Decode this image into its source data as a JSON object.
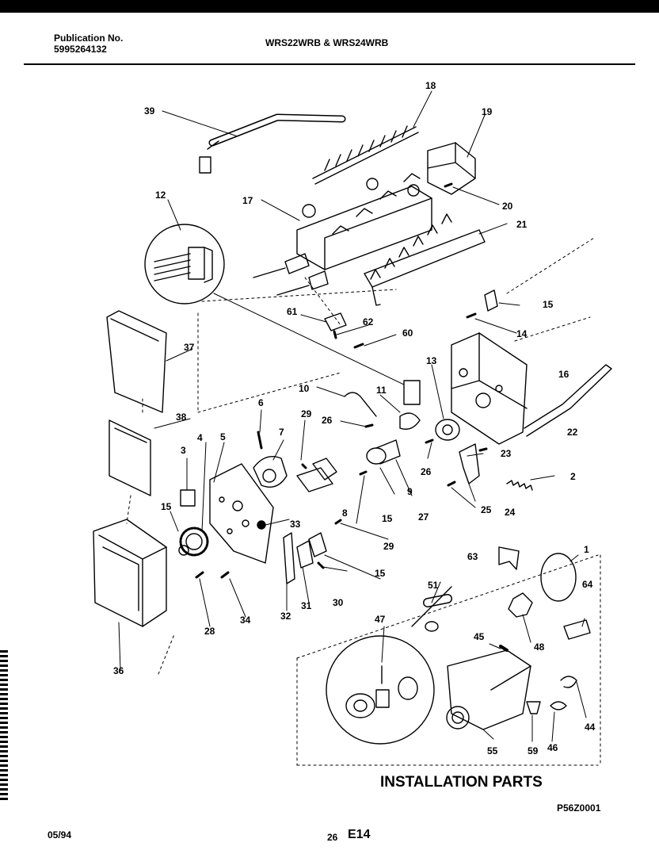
{
  "header": {
    "publication_label": "Publication No.",
    "publication_number": "5995264132",
    "models": "WRS22WRB & WRS24WRB"
  },
  "callouts": {
    "c1": "1",
    "c2": "2",
    "c3": "3",
    "c4": "4",
    "c5": "5",
    "c6": "6",
    "c7": "7",
    "c8": "8",
    "c9": "9",
    "c10": "10",
    "c11": "11",
    "c12": "12",
    "c13": "13",
    "c14": "14",
    "c15a": "15",
    "c15b": "15",
    "c15c": "15",
    "c15d": "15",
    "c16": "16",
    "c17": "17",
    "c18": "18",
    "c19": "19",
    "c20": "20",
    "c21": "21",
    "c22": "22",
    "c23": "23",
    "c24": "24",
    "c25": "25",
    "c26a": "26",
    "c26b": "26",
    "c27": "27",
    "c28": "28",
    "c29a": "29",
    "c29b": "29",
    "c30": "30",
    "c31": "31",
    "c32": "32",
    "c33": "33",
    "c34": "34",
    "c36": "36",
    "c37": "37",
    "c38": "38",
    "c39": "39",
    "c44": "44",
    "c45": "45",
    "c46": "46",
    "c47": "47",
    "c48": "48",
    "c51": "51",
    "c55": "55",
    "c59": "59",
    "c60": "60",
    "c61": "61",
    "c62": "62",
    "c63": "63",
    "c64": "64"
  },
  "installation_title": "INSTALLATION PARTS",
  "figure_code": "P56Z0001",
  "footer": {
    "date": "05/94",
    "page_number": "26",
    "section": "E14"
  }
}
